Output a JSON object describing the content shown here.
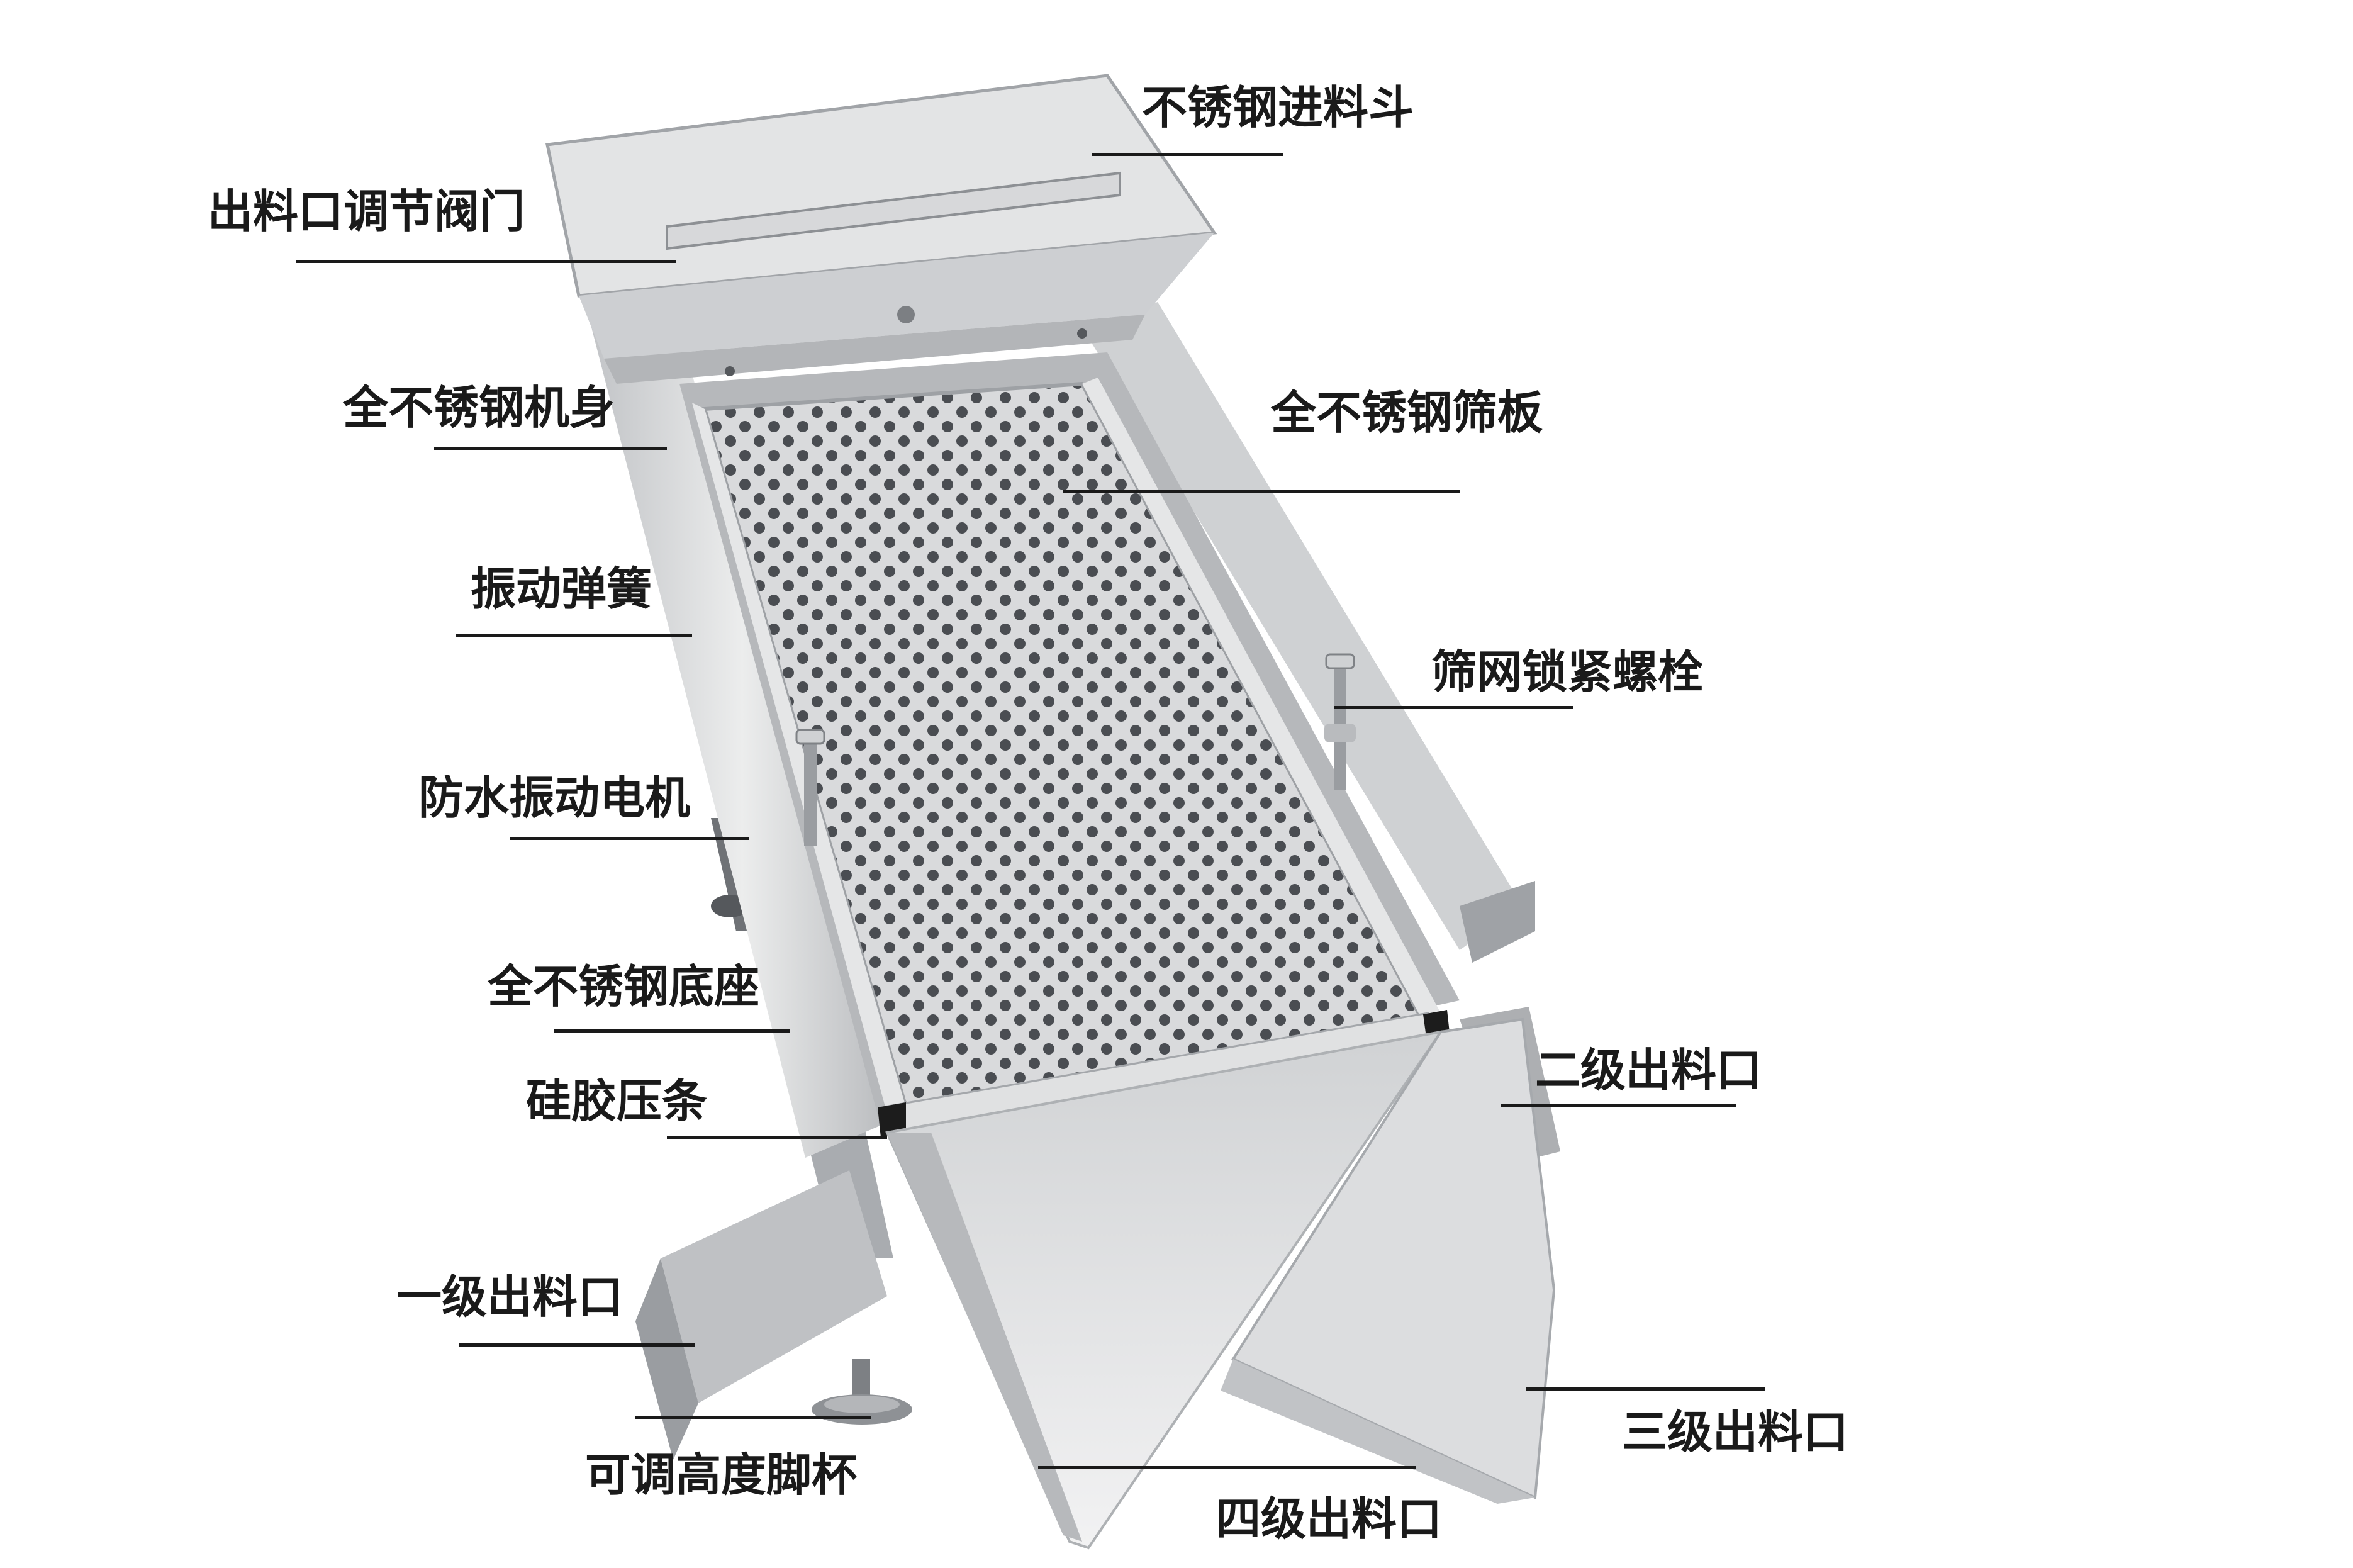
{
  "labels": {
    "hopper": "不锈钢进料斗",
    "valve": "出料口调节阀门",
    "body": "全不锈钢机身",
    "spring": "振动弹簧",
    "motor": "防水振动电机",
    "base": "全不锈钢底座",
    "gasket": "硅胶压条",
    "outlet1": "一级出料口",
    "foot": "可调高度脚杯",
    "sieve_plate": "全不锈钢筛板",
    "bolt": "筛网锁紧螺栓",
    "outlet2": "二级出料口",
    "outlet3": "三级出料口",
    "outlet4": "四级出料口"
  },
  "colors": {
    "text": "#1a1a1a",
    "steel_light": "#e6e7e8",
    "steel_mid": "#c9cbcd",
    "steel_dark": "#8f9296",
    "hole": "#4a4d52"
  }
}
